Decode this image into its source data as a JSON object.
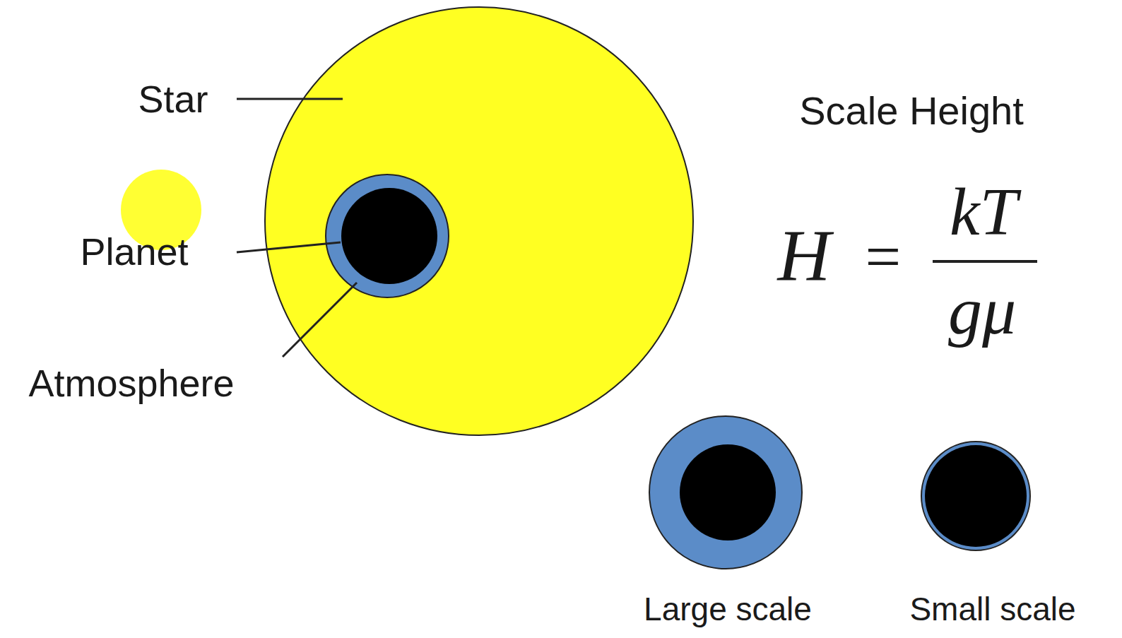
{
  "diagram": {
    "labels": [
      "Star",
      "Planet",
      "Atmosphere",
      "Scale Height",
      "H",
      "=",
      "kT",
      "gμ",
      "Large scale",
      "Small scale"
    ]
  }
}
